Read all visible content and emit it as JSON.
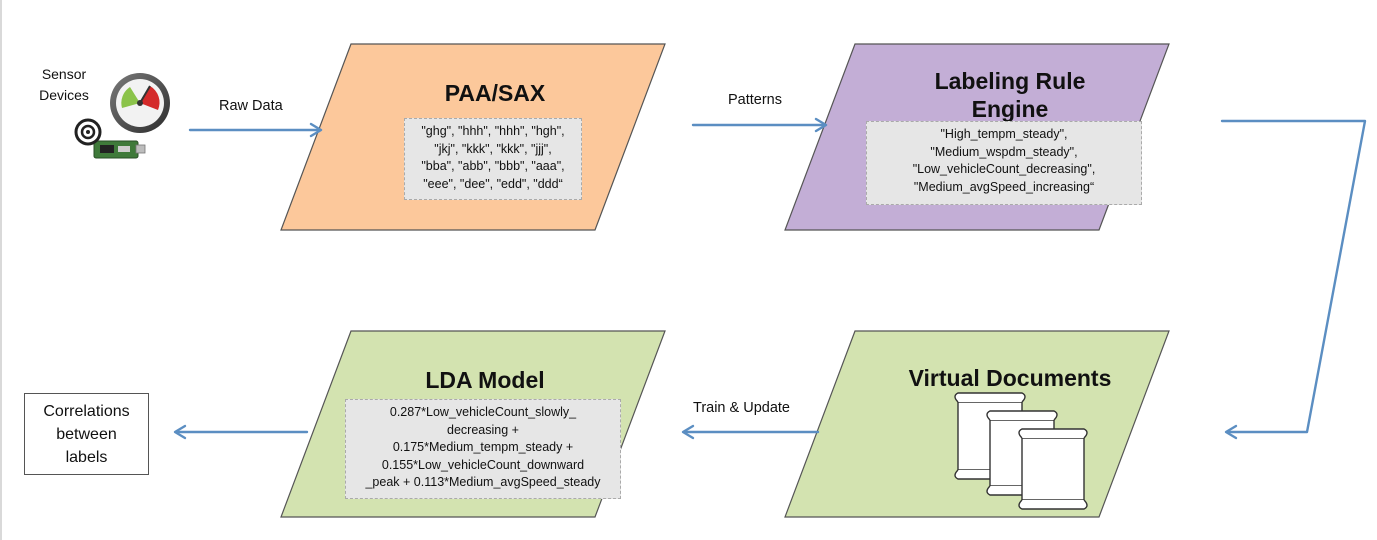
{
  "sensor": {
    "label_lines": [
      "Sensor",
      "Devices"
    ]
  },
  "edges": {
    "raw_data": "Raw Data",
    "patterns": "Patterns",
    "train_update": "Train & Update"
  },
  "paa_sax": {
    "title": "PAA/SAX",
    "lines": [
      "\"ghg\", \"hhh\", \"hhh\", \"hgh\",",
      "\"jkj\", \"kkk\", \"kkk\", \"jjj\",",
      "\"bba\", \"abb\", \"bbb\", \"aaa\",",
      "\"eee\", \"dee\", \"edd\", \"ddd“"
    ]
  },
  "labeling": {
    "title_lines": [
      "Labeling Rule",
      "Engine"
    ],
    "lines": [
      "\"High_tempm_steady\",",
      "\"Medium_wspdm_steady\",",
      "\"Low_vehicleCount_decreasing\",",
      "\"Medium_avgSpeed_increasing“"
    ]
  },
  "virtual_docs": {
    "title": "Virtual Documents"
  },
  "lda": {
    "title": "LDA Model",
    "lines": [
      "0.287*Low_vehicleCount_slowly_",
      "decreasing +",
      "0.175*Medium_tempm_steady +",
      "0.155*Low_vehicleCount_downward",
      "_peak + 0.113*Medium_avgSpeed_steady"
    ]
  },
  "correlations": {
    "lines": [
      "Correlations",
      "between",
      "labels"
    ]
  },
  "colors": {
    "paa_fill": "#fcc89b",
    "labeling_fill": "#c3aed6",
    "green_fill": "#d3e3b0",
    "arrow": "#5b8ec2",
    "gauge_red": "#d42a2a",
    "gauge_green": "#8bc34a",
    "board_green": "#3f7a3a"
  }
}
